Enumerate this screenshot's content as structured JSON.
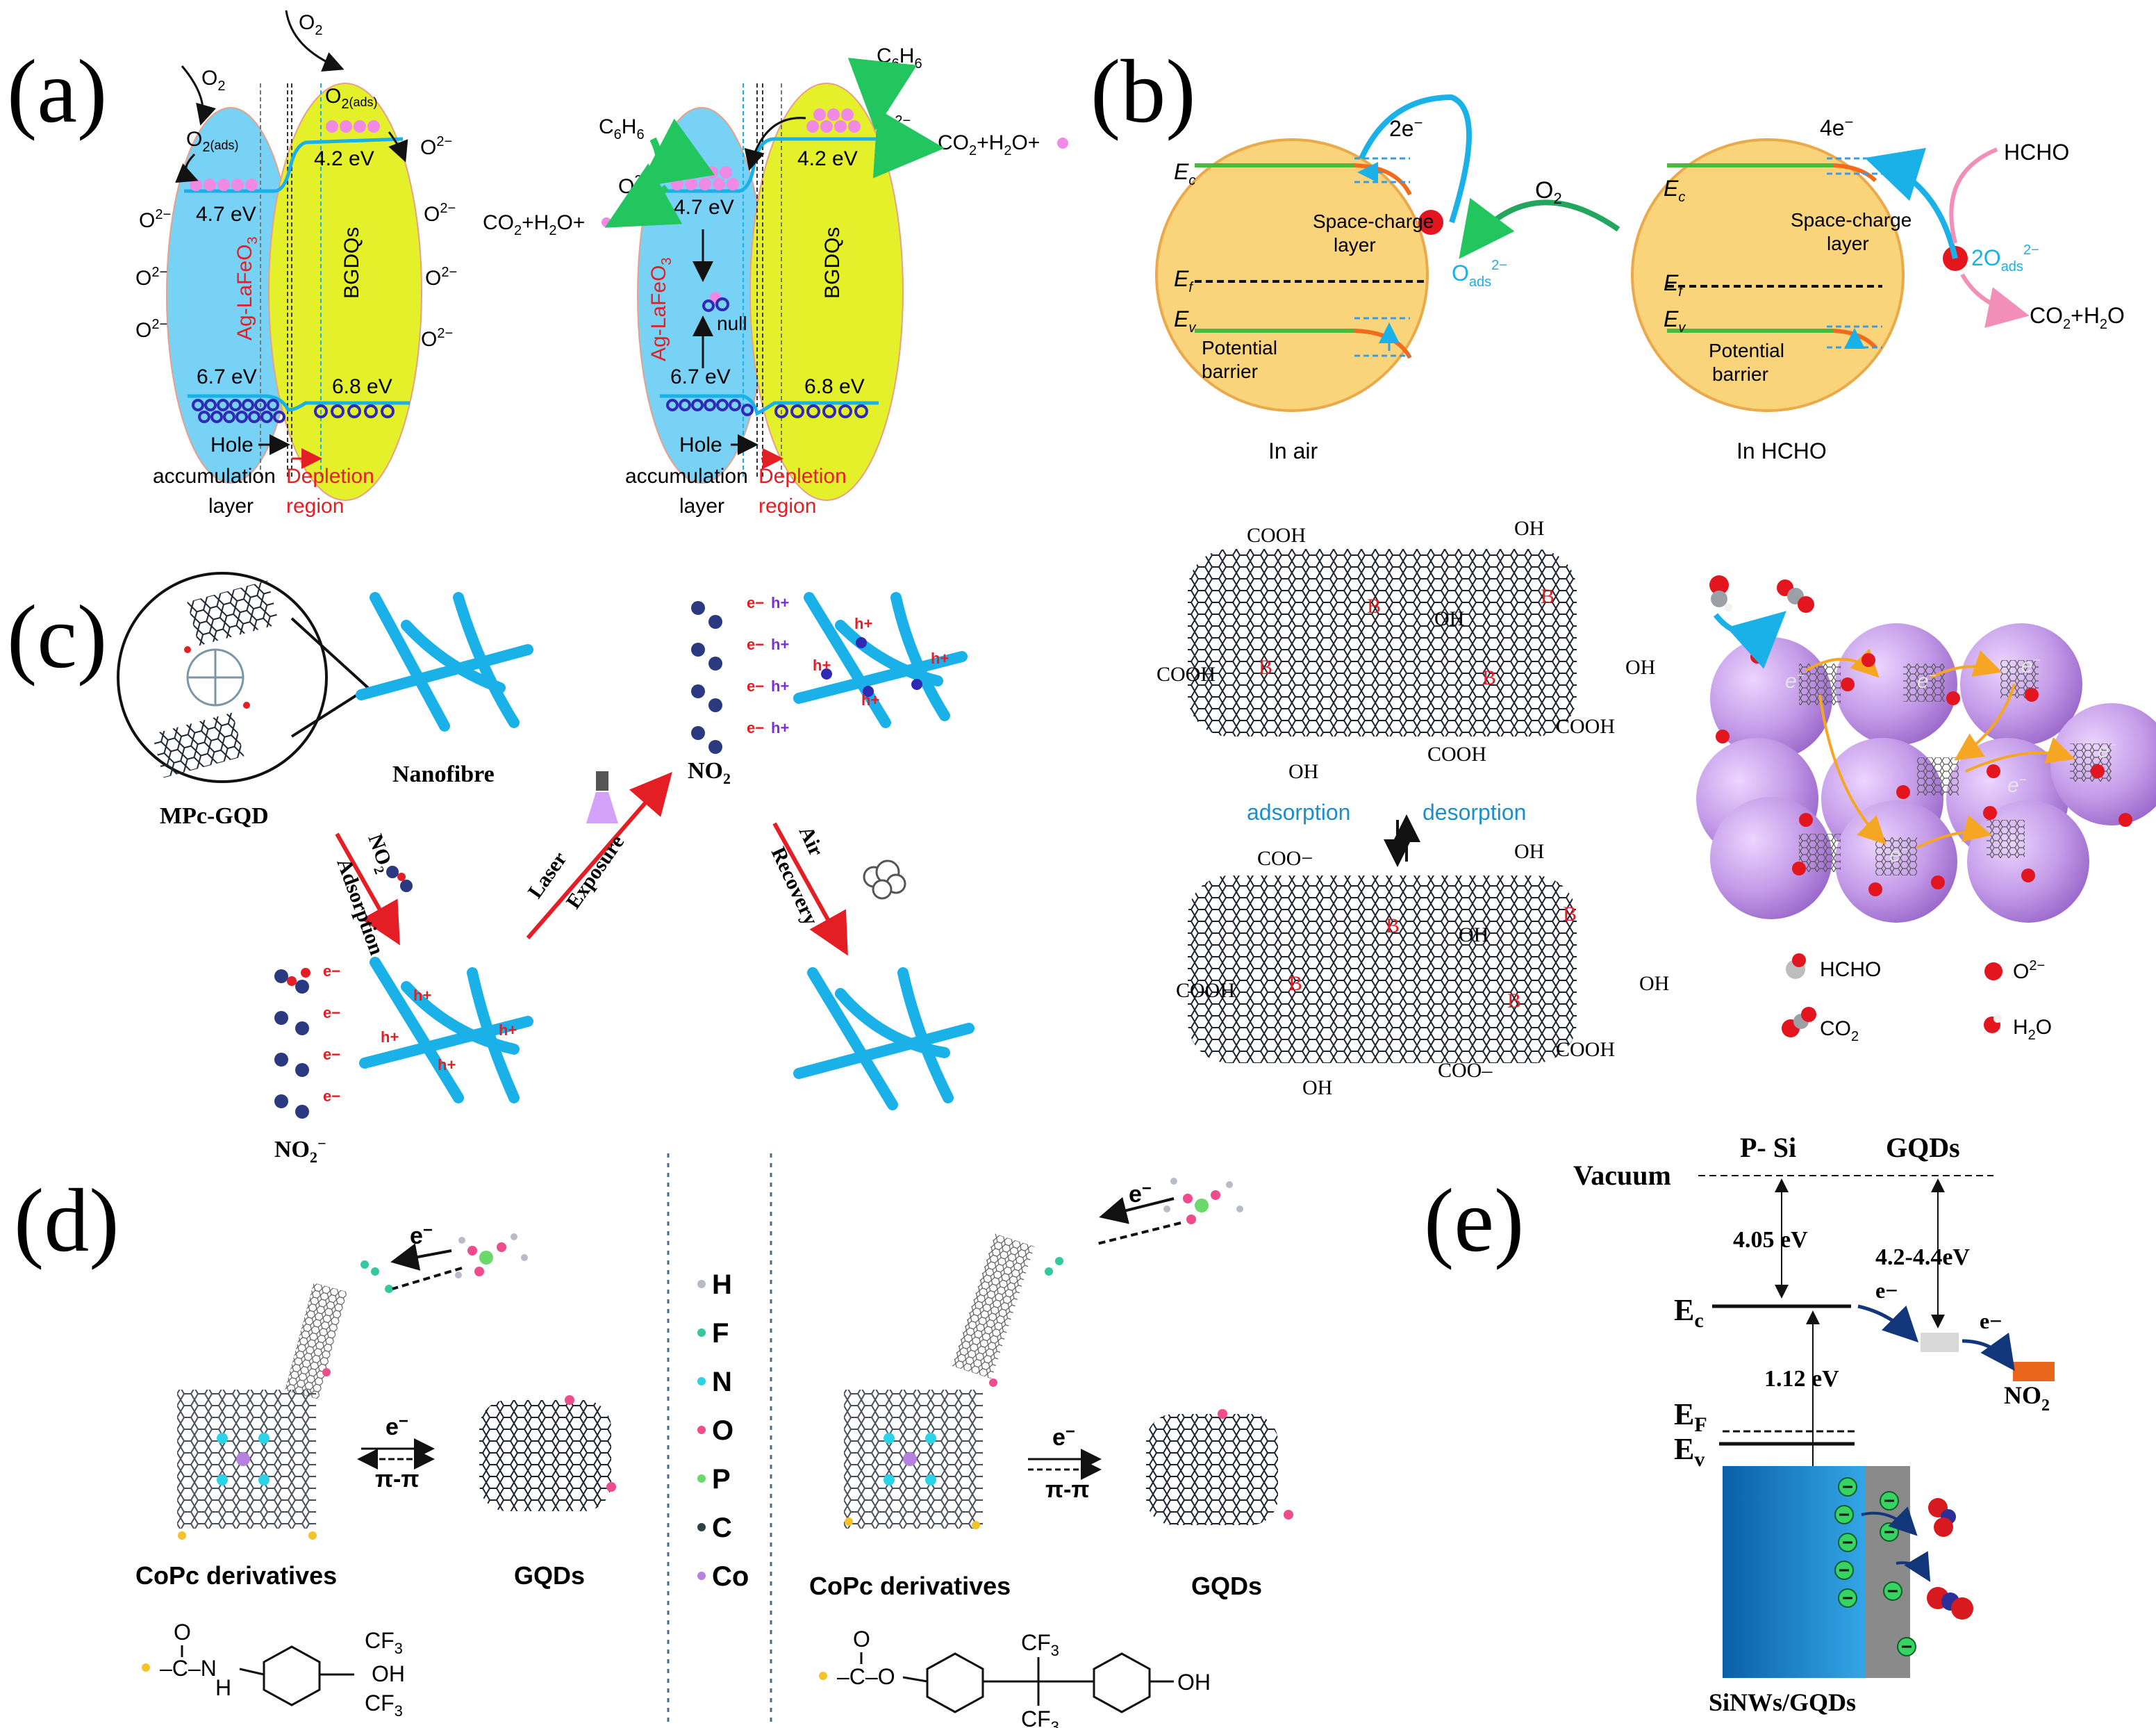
{
  "panels": {
    "a": {
      "label": "(a)",
      "left": {
        "o2_top1": "O",
        "o2_top2": "O",
        "o2ads_left": "O",
        "o2ads_right": "O",
        "ads_sub": "(ads)",
        "e47": "4.7 eV",
        "e42": "4.2 eV",
        "e67": "6.7 eV",
        "e68": "6.8 eV",
        "left_material": "Ag-LaFeO",
        "right_material": "BGDQs",
        "o2minus": "O",
        "hole1": "Hole",
        "hole2": "accumulation",
        "hole3": "layer",
        "dep1": "Depletion",
        "dep2": "region"
      },
      "right": {
        "c6h6": "C",
        "products": "CO",
        "null_label": "null",
        "e47": "4.7 eV",
        "e42": "4.2 eV",
        "e67": "6.7 eV",
        "e68": "6.8 eV",
        "left_material": "Ag-LaFeO",
        "right_material": "BGDQs",
        "hole1": "Hole",
        "hole2": "accumulation",
        "hole3": "layer",
        "dep1": "Depletion",
        "dep2": "region"
      }
    },
    "b": {
      "label": "(b)",
      "left_caption": "In air",
      "right_caption": "In HCHO",
      "ec": "E",
      "ef": "E",
      "ev": "E",
      "sc1": "Space-charge",
      "sc2": "layer",
      "pb1": "Potential",
      "pb2": "barrier",
      "two_e": "2e",
      "four_e": "4e",
      "o2": "O",
      "oads": "O",
      "two_oads": "2O",
      "hcho": "HCHO",
      "co2h2o": "CO",
      "adsorption": "adsorption",
      "desorption": "desorption",
      "cooh": "COOH",
      "oh": "OH",
      "boron": "B",
      "coo_minus": "COO",
      "legend_hcho": "HCHO",
      "legend_o2m": "O",
      "legend_co2": "CO",
      "legend_h2o": "H",
      "electron": "e"
    },
    "c": {
      "label": "(c)",
      "mpc_gqd": "MPc-GQD",
      "nanofibre": "Nanofibre",
      "no2_top": "NO",
      "no2_adsorption_a": "NO",
      "adsorption": "Adsorption",
      "laser": "Laser",
      "exposure": "Exposure",
      "air": "Air",
      "recovery": "Recovery",
      "no2_minus": "NO",
      "e_minus": "e",
      "h_plus": "h"
    },
    "d": {
      "label": "(d)",
      "cop1": "CoPc derivatives",
      "gqds1": "GQDs",
      "cop2": "CoPc derivatives",
      "gqds2": "GQDs",
      "e_arrow": "e",
      "pipi": "π-π",
      "legend": [
        "H",
        "F",
        "N",
        "O",
        "P",
        "C",
        "Co"
      ],
      "legend_colors": [
        "#b7bcc7",
        "#35c8a0",
        "#2ad3e8",
        "#ee4c8c",
        "#6bd86b",
        "#2f3f4a",
        "#b582e0"
      ]
    },
    "e": {
      "label": "(e)",
      "psi": "P- Si",
      "gqds": "GQDs",
      "vacuum": "Vacuum",
      "e405": "4.05 eV",
      "e4244": "4.2-4.4eV",
      "ec": "E",
      "ef": "E",
      "ev": "E",
      "e112": "1.12 eV",
      "no2": "NO",
      "sinw": "SiNWs/GQDs",
      "e_minus": "e"
    }
  }
}
